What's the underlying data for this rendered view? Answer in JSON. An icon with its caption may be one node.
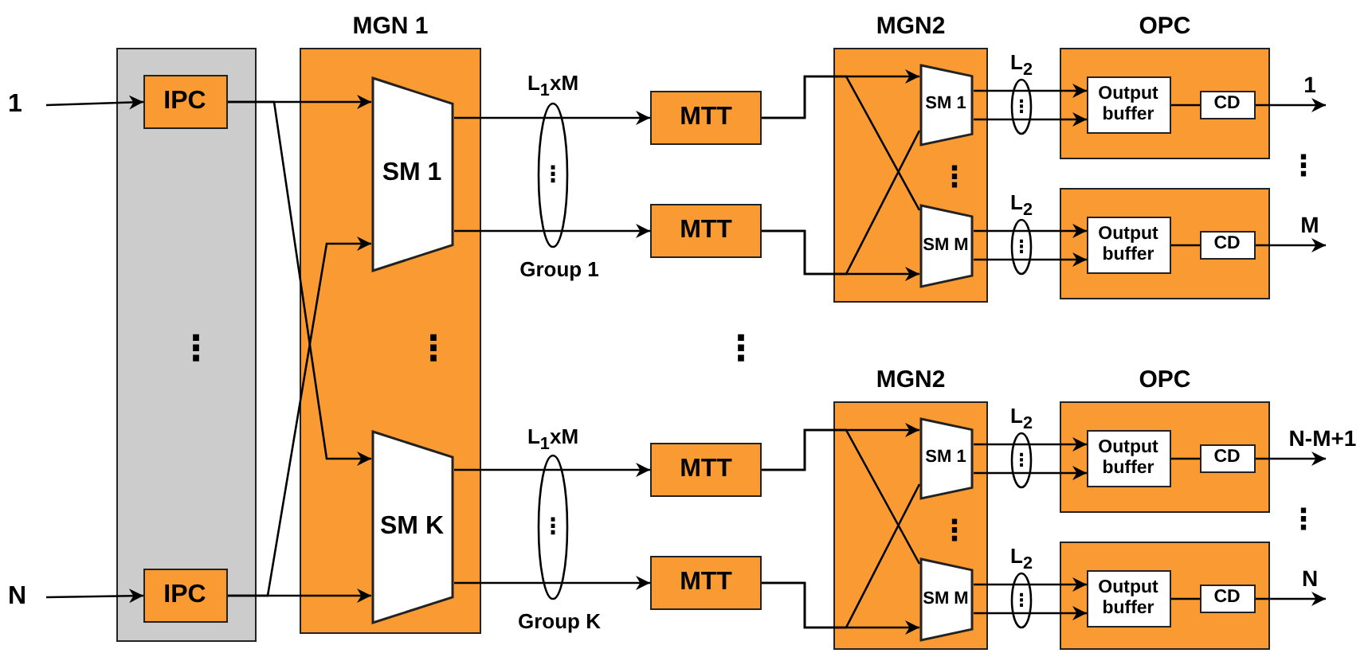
{
  "diagram": {
    "nodes": [
      {
        "text": [
          "1"
        ]
      },
      {
        "text": [
          "N"
        ]
      },
      {
        "text": [],
        "shape": "box"
      },
      {
        "text": [
          "IPC"
        ],
        "in": 2
      },
      {
        "text": [
          "IPC"
        ],
        "in": 2
      },
      {
        "text": [
          "MGN 1"
        ]
      },
      {
        "text": [
          "SM 1"
        ],
        "in": 5
      },
      {
        "text": [
          "SM K"
        ],
        "in": 5
      },
      {
        "text": [
          "MTT"
        ]
      },
      {
        "text": [
          "MTT"
        ]
      },
      {
        "text": [
          "MTT"
        ]
      },
      {
        "text": [
          "MTT"
        ]
      },
      {
        "text": [
          "MGN2"
        ]
      },
      {
        "text": [
          "SM 1"
        ],
        "in": 12
      },
      {
        "text": [
          "SM M"
        ],
        "in": 12
      },
      {
        "text": [
          "MGN2"
        ]
      },
      {
        "text": [
          "SM 1"
        ],
        "in": 15
      },
      {
        "text": [
          "SM M"
        ],
        "in": 15
      },
      {
        "text": [
          "OPC"
        ]
      },
      {
        "text": [
          "Output buffer"
        ],
        "in": 18
      },
      {
        "text": [
          "CD"
        ],
        "in": 18
      },
      {
        "text": [],
        "shape": "box"
      },
      {
        "text": [
          "Output buffer"
        ],
        "in": 21
      },
      {
        "text": [
          "CD"
        ],
        "in": 21
      },
      {
        "text": [
          "OPC"
        ]
      },
      {
        "text": [
          "Output buffer"
        ],
        "in": 24
      },
      {
        "text": [
          "CD"
        ],
        "in": 24
      },
      {
        "text": [],
        "shape": "box"
      },
      {
        "text": [
          "Output buffer"
        ],
        "in": 27
      },
      {
        "text": [
          "CD"
        ],
        "in": 27
      },
      {
        "text": [
          "1"
        ]
      },
      {
        "text": [
          "M"
        ]
      },
      {
        "text": [
          "N-M+1"
        ]
      },
      {
        "text": [
          "N"
        ]
      }
    ],
    "edges": [
      {
        "from": 0,
        "to": 3,
        "arrow": "to"
      },
      {
        "from": 3,
        "to": 6,
        "arrow": "to"
      },
      {
        "from": 3,
        "to": 7,
        "arrow": "to"
      },
      {
        "from": 1,
        "to": 4,
        "arrow": "to"
      },
      {
        "from": 4,
        "to": 7,
        "arrow": "to"
      },
      {
        "from": 4,
        "to": 6,
        "arrow": "to"
      },
      {
        "from": 6,
        "to": 8,
        "arrow": "to"
      },
      {
        "from": 6,
        "to": 9,
        "arrow": "to"
      },
      {
        "from": 7,
        "to": 10,
        "arrow": "to"
      },
      {
        "from": 7,
        "to": 11,
        "arrow": "to"
      },
      {
        "from": 8,
        "to": 13,
        "arrow": "to"
      },
      {
        "from": 8,
        "to": 14,
        "arrow": "none"
      },
      {
        "from": 9,
        "to": 14,
        "arrow": "to"
      },
      {
        "from": 9,
        "to": 13,
        "arrow": "none"
      },
      {
        "from": 10,
        "to": 16,
        "arrow": "to"
      },
      {
        "from": 10,
        "to": 17,
        "arrow": "none"
      },
      {
        "from": 11,
        "to": 17,
        "arrow": "to"
      },
      {
        "from": 11,
        "to": 16,
        "arrow": "none"
      },
      {
        "from": 13,
        "to": 19,
        "arrow": "to"
      },
      {
        "from": 13,
        "to": 19,
        "arrow": "to"
      },
      {
        "from": 14,
        "to": 22,
        "arrow": "to"
      },
      {
        "from": 14,
        "to": 22,
        "arrow": "to"
      },
      {
        "from": 16,
        "to": 25,
        "arrow": "to"
      },
      {
        "from": 16,
        "to": 25,
        "arrow": "to"
      },
      {
        "from": 17,
        "to": 28,
        "arrow": "to"
      },
      {
        "from": 17,
        "to": 28,
        "arrow": "to"
      },
      {
        "from": 19,
        "to": 20,
        "arrow": "none"
      },
      {
        "from": 20,
        "to": 30,
        "arrow": "to"
      },
      {
        "from": 22,
        "to": 23,
        "arrow": "none"
      },
      {
        "from": 23,
        "to": 31,
        "arrow": "to"
      },
      {
        "from": 25,
        "to": 26,
        "arrow": "none"
      },
      {
        "from": 26,
        "to": 32,
        "arrow": "to"
      },
      {
        "from": 28,
        "to": 29,
        "arrow": "none"
      },
      {
        "from": 29,
        "to": 33,
        "arrow": "to"
      }
    ],
    "labels": [
      "L$_{1}$xM",
      "⋮",
      "Group 1",
      "L$_{2}$",
      "⋮",
      "⋮",
      "⋮",
      "L$_{2}$",
      "⋮",
      "⋮",
      "⋮",
      "⋮",
      "L$_{1}$xM",
      "⋮",
      "Group K",
      "L$_{2}$",
      "⋮",
      "⋮",
      "⋮",
      "L$_{2}$",
      "⋮"
    ]
  }
}
